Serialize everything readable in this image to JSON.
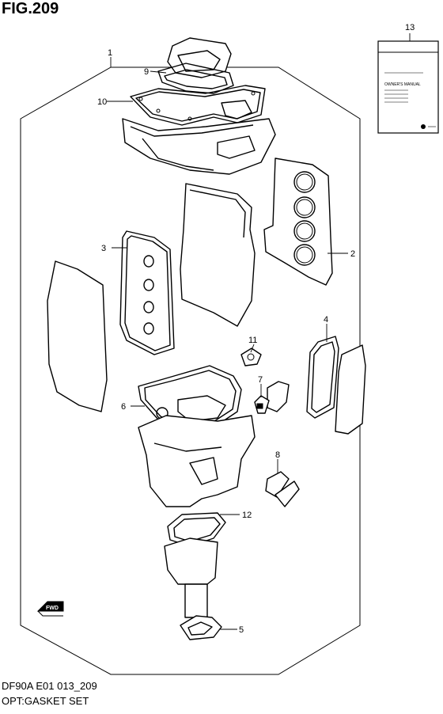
{
  "figure": {
    "title": "FIG.209",
    "footer_code": "DF90A E01 013_209",
    "footer_name": "OPT:GASKET SET"
  },
  "callouts": [
    {
      "id": "1",
      "label": "1"
    },
    {
      "id": "2",
      "label": "2"
    },
    {
      "id": "3",
      "label": "3"
    },
    {
      "id": "4",
      "label": "4"
    },
    {
      "id": "5",
      "label": "5"
    },
    {
      "id": "6",
      "label": "6"
    },
    {
      "id": "7",
      "label": "7"
    },
    {
      "id": "8",
      "label": "8"
    },
    {
      "id": "9",
      "label": "9"
    },
    {
      "id": "10",
      "label": "10"
    },
    {
      "id": "11",
      "label": "11"
    },
    {
      "id": "12",
      "label": "12"
    },
    {
      "id": "13",
      "label": "13"
    }
  ],
  "manual": {
    "heading": "OWNER'S MANUAL"
  },
  "direction_badge": "FWD"
}
